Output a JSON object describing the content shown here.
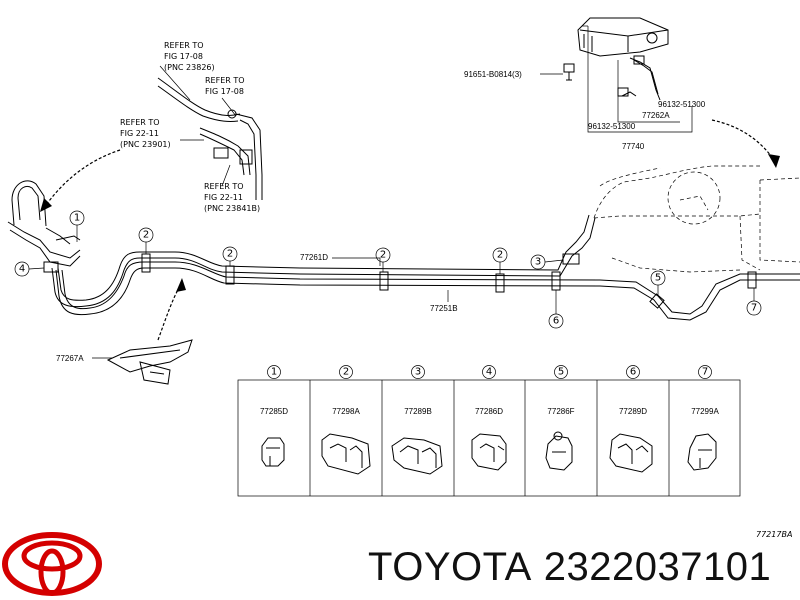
{
  "diagram": {
    "refer_blocks": [
      {
        "lines": [
          "REFER TO",
          "FIG 17-08",
          "(PNC 23826)"
        ]
      },
      {
        "lines": [
          "REFER TO",
          "FIG 17-08"
        ]
      },
      {
        "lines": [
          "REFER TO",
          "FIG 22-11",
          "(PNC 23901)"
        ]
      },
      {
        "lines": [
          "REFER TO",
          "FIG 22-11",
          "(PNC 23841B)"
        ]
      }
    ],
    "part_labels": {
      "bolt": "91651-B0814(3)",
      "hose_right": "96132-51300",
      "hose_left": "96132-51300",
      "hose_assy": "77262A",
      "canister": "77740",
      "tube_upper": "77261D",
      "tube_lower": "77251B",
      "protector": "77267A"
    },
    "callouts": [
      "1",
      "2",
      "2",
      "2",
      "2",
      "3",
      "4",
      "5",
      "6",
      "7"
    ],
    "clip_table": {
      "numbers": [
        "1",
        "2",
        "3",
        "4",
        "5",
        "6",
        "7"
      ],
      "parts": [
        "77285D",
        "77298A",
        "77289B",
        "77286D",
        "77286F",
        "77289D",
        "77299A"
      ]
    },
    "figure_code": "77217BA"
  },
  "footer": {
    "brand": "TOYOTA",
    "part_number": "2322037101"
  },
  "colors": {
    "logo": "#d40000",
    "ink": "#000000"
  }
}
